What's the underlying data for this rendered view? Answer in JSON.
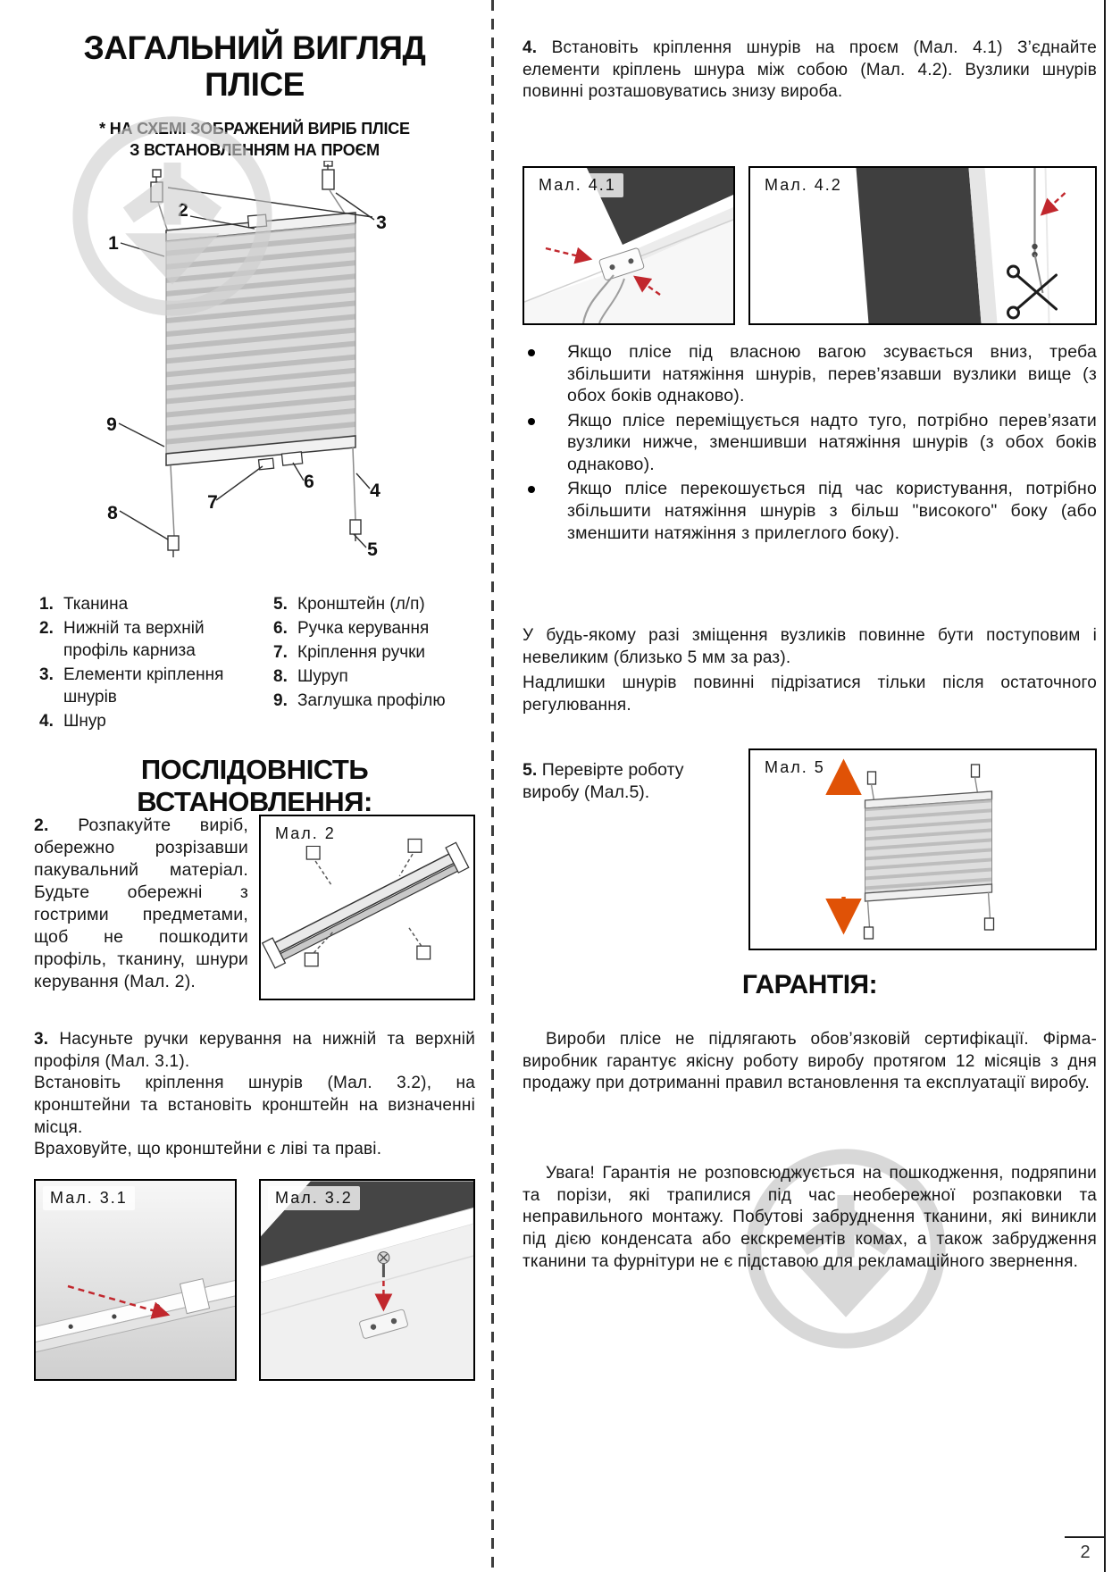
{
  "page_number": "2",
  "colors": {
    "arrow_red": "#c1272d",
    "arrow_orange": "#e05206"
  },
  "left": {
    "title1": "ЗАГАЛЬНИЙ ВИГЛЯД",
    "title2": "ПЛІСЕ",
    "subtitle1": "* НА СХЕМІ ЗОБРАЖЕНИЙ ВИРІБ ПЛІСЕ",
    "subtitle2": "З ВСТАНОВЛЕННЯМ НА ПРОЄМ",
    "diagram_numbers": [
      "1",
      "2",
      "3",
      "4",
      "5",
      "6",
      "7",
      "8",
      "9"
    ],
    "legend_left": [
      {
        "num": "1.",
        "text": "Тканина"
      },
      {
        "num": "2.",
        "text": "Нижній та верхній профіль карниза"
      },
      {
        "num": "3.",
        "text": "Елементи кріплення шнурів"
      },
      {
        "num": "4.",
        "text": "Шнур"
      }
    ],
    "legend_right": [
      {
        "num": "5.",
        "text": "Кронштейн (л/п)"
      },
      {
        "num": "6.",
        "text": "Ручка керування"
      },
      {
        "num": "7.",
        "text": "Кріплення ручки"
      },
      {
        "num": "8.",
        "text": "Шуруп"
      },
      {
        "num": "9.",
        "text": "Заглушка профілю"
      }
    ],
    "sequence_title": "ПОСЛІДОВНІСТЬ ВСТАНОВЛЕННЯ:",
    "step2_num": "2.",
    "step2_text": "Розпакуйте виріб, обережно розрізавши пакувальний матеріал. Будьте обережні з гострими предметами, щоб не пошкодити профіль, тканину, шнури керування (Мал. 2).",
    "fig2_label": "Мал. 2",
    "step3_num": "3.",
    "step3_text1": "Насуньте ручки керування на нижній та верхній профіля (Мал. 3.1).",
    "step3_text2": "Встановіть кріплення шнурів (Мал. 3.2), на кронштейни та встановіть кронштейн на визначенні місця.",
    "step3_text3": "Враховуйте, що кронштейни є ліві та праві.",
    "fig31_label": "Мал. 3.1",
    "fig32_label": "Мал. 3.2"
  },
  "right": {
    "step4_num": "4.",
    "step4_text": "Встановіть кріплення шнурів на проєм (Мал. 4.1) З’єднайте елементи кріплень шнура між собою (Мал. 4.2). Вузлики шнурів повинні розташовуватись знизу вироба.",
    "fig41_label": "Мал. 4.1",
    "fig42_label": "Мал. 4.2",
    "bullets": [
      "Якщо плісе під власною вагою зсувається вниз, треба збільшити натяжіння шнурів, перев’язавши вузлики вище (з обох боків однаково).",
      "Якщо плісе переміщується надто туго, потрібно перев’язати вузлики нижче, зменшивши натяжіння шнурів (з обох боків однаково).",
      "Якщо плісе перекошується під час користування, потрібно збільшити натяжіння шнурів з більш \"високого\" боку (або зменшити натяжіння з прилеглого боку)."
    ],
    "note1": "У будь-якому разі зміщення вузликів повинне бути поступовим і невеликим (близько 5 мм за раз).",
    "note2": "Надлишки шнурів повинні підрізатися тільки після остаточного регулювання.",
    "step5_num": "5.",
    "step5_text": "Перевірте роботу виробу (Мал.5).",
    "fig5_label": "Мал. 5",
    "warranty_title": "ГАРАНТІЯ:",
    "warranty_p1": "Вироби плісе не підлягають обов’язковій сертифікації. Фірма-виробник гарантує якісну роботу виробу протягом 12 місяців з дня продажу при дотриманні правил встановлення та експлуатації виробу.",
    "warranty_p2": "Увага! Гарантія не розповсюджується на пошкодження, подряпини та порізи, які трапилися під час необережної розпаковки та неправильного монтажу. Побутові забруднення тканини, які виникли під дією конденсата або екскрементів комах, а також забрудження тканини та фурнітури не є підставою для рекламаційного звернення."
  }
}
